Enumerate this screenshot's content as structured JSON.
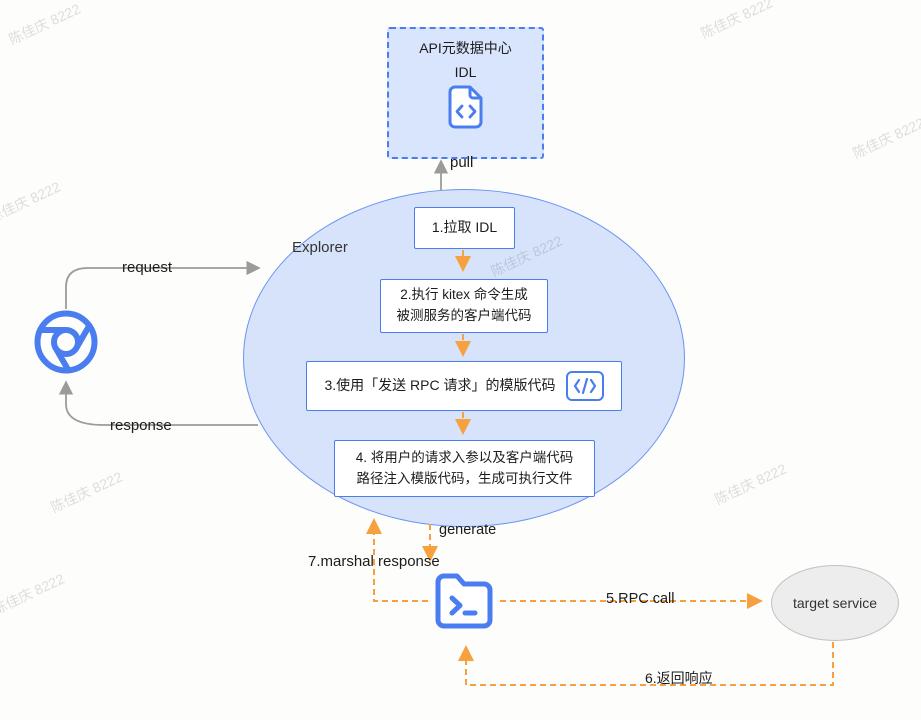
{
  "watermark": {
    "text": "陈佳庆 8222"
  },
  "colors": {
    "blue": "#4a7def",
    "ellipse_fill": "#d7e3fb",
    "ellipse_border": "#6b93f2",
    "orange": "#f6a13e",
    "gray_arrow": "#9b9b9b",
    "target_fill": "#ededed"
  },
  "api_center": {
    "title": "API元数据中心",
    "subtitle": "IDL"
  },
  "explorer": {
    "label": "Explorer",
    "steps": [
      "1.拉取 IDL",
      "2.执行 kitex 命令生成\n被测服务的客户端代码",
      "3.使用「发送 RPC 请求」的模版代码",
      "4. 将用户的请求入参以及客户端代码\n路径注入模版代码，生成可执行文件"
    ]
  },
  "flows": {
    "pull": "pull",
    "request": "request",
    "response": "response",
    "generate": "generate",
    "marshal_response": "7.marshal response",
    "rpc_call": "5.RPC call",
    "return_response": "6.返回响应"
  },
  "target_service": {
    "label": "target service"
  },
  "icons": {
    "idl_file": "file-code-icon",
    "code_template": "code-brackets-icon",
    "browser": "chrome-icon",
    "executable": "terminal-folder-icon"
  }
}
